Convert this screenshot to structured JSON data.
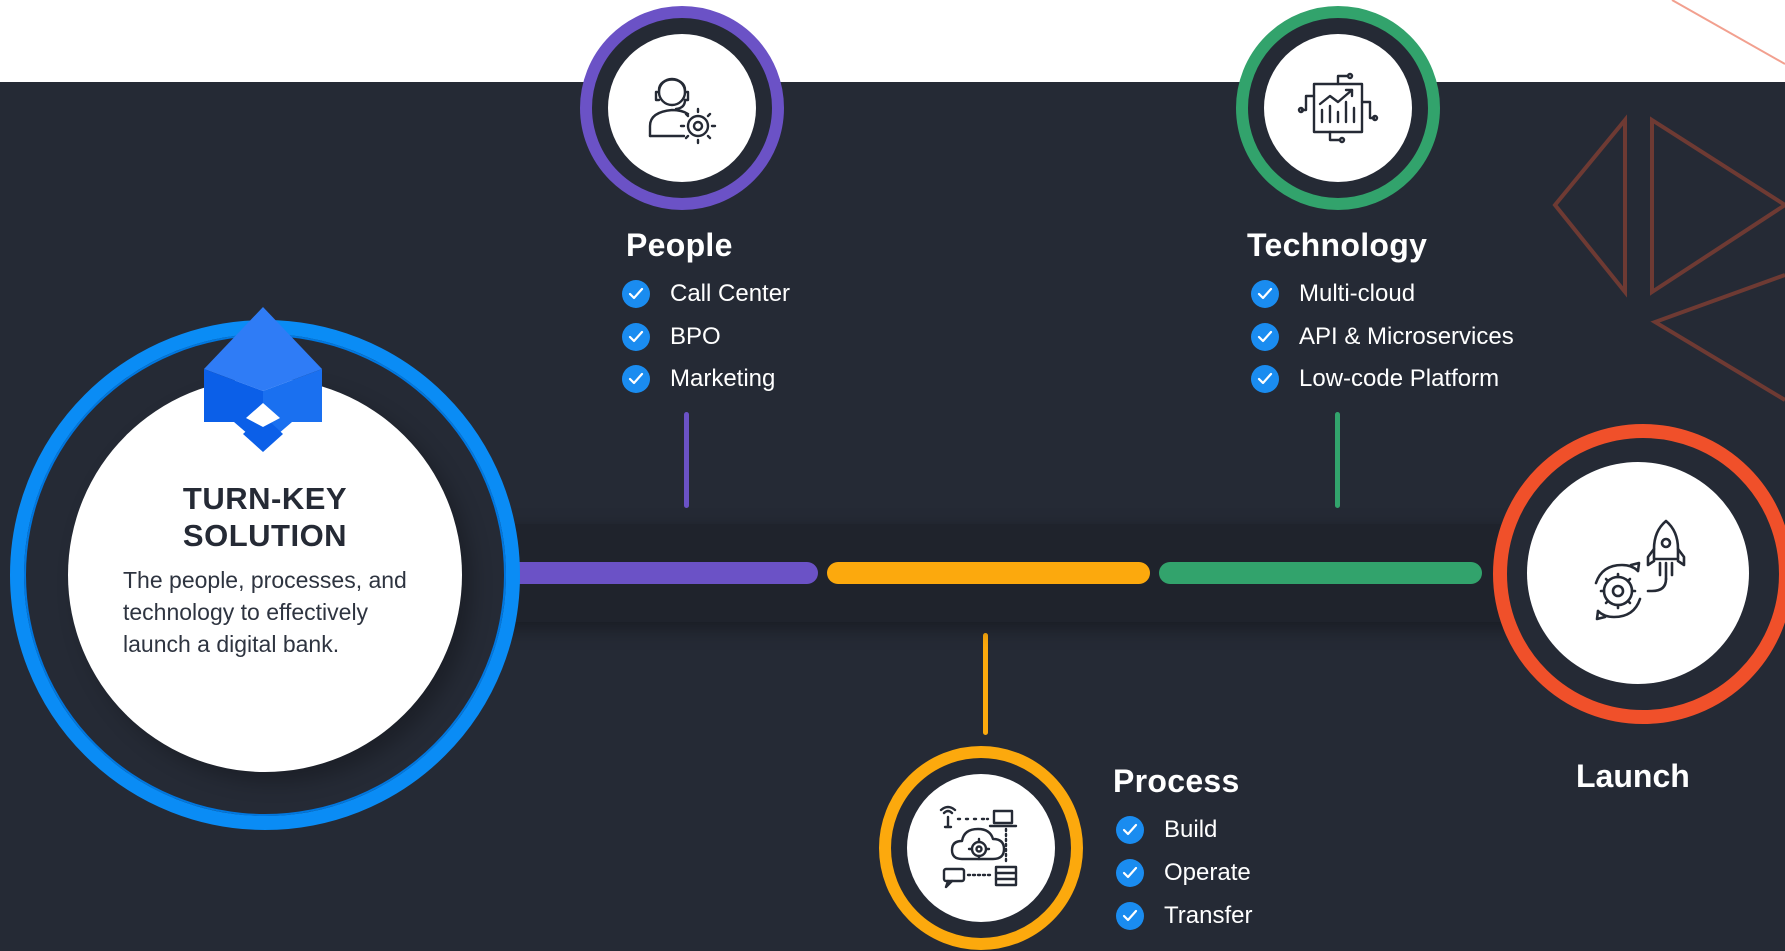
{
  "colors": {
    "background_dark": "#252a35",
    "blue": "#0a8cf5",
    "purple": "#6b52c6",
    "orange": "#fca90d",
    "green": "#32a36c",
    "red": "#f0502a"
  },
  "turnkey": {
    "title_line1": "TURN-KEY",
    "title_line2": "SOLUTION",
    "description": "The people, processes, and technology to effectively launch a digital bank."
  },
  "people": {
    "title": "People",
    "icon": "support-agent-gear-icon",
    "items": [
      {
        "label": "Call Center"
      },
      {
        "label": "BPO"
      },
      {
        "label": "Marketing"
      }
    ]
  },
  "technology": {
    "title": "Technology",
    "icon": "circuit-chart-icon",
    "items": [
      {
        "label": "Multi-cloud"
      },
      {
        "label": "API & Microservices"
      },
      {
        "label": "Low-code Platform"
      }
    ]
  },
  "process": {
    "title": "Process",
    "icon": "cloud-network-gear-icon",
    "items": [
      {
        "label": "Build"
      },
      {
        "label": "Operate"
      },
      {
        "label": "Transfer"
      }
    ]
  },
  "launch": {
    "title": "Launch",
    "icon": "rocket-gear-icon"
  }
}
